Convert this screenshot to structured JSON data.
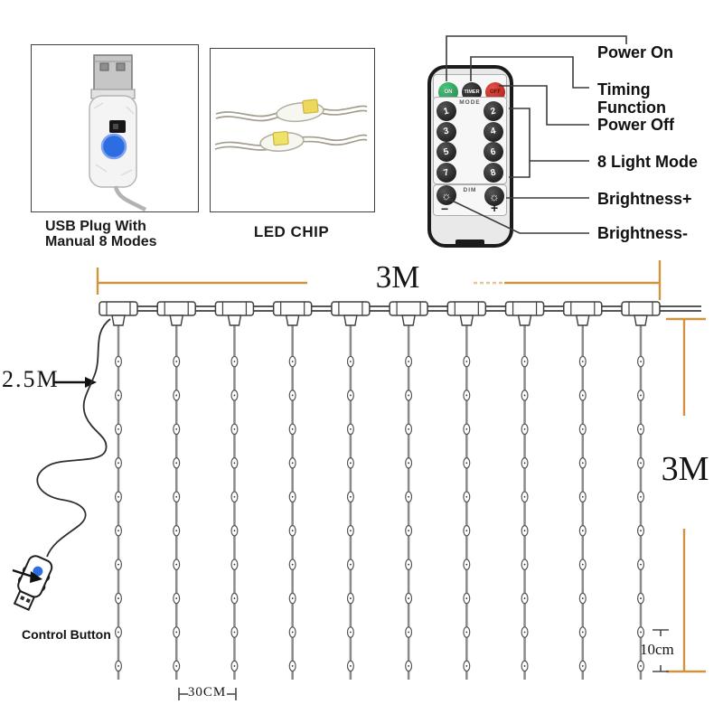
{
  "colors": {
    "dimension_orange": "#cf9440",
    "line_dark": "#3a3a3a",
    "control_button_blue": "#2d6de2",
    "remote_on_green": "#2aa35b",
    "remote_off_red": "#c2221b",
    "led_chip_yellow": "#ecd85c"
  },
  "panels": {
    "usb": {
      "caption_line1": "USB Plug With",
      "caption_line2": "Manual 8 Modes"
    },
    "led": {
      "caption": "LED CHIP"
    }
  },
  "remote": {
    "power_buttons": [
      {
        "label": "ON"
      },
      {
        "label": "TIMER"
      },
      {
        "label": "OFF"
      }
    ],
    "mode_section_label": "MODE",
    "mode_buttons": [
      "1",
      "2",
      "3",
      "4",
      "5",
      "6",
      "7",
      "8"
    ],
    "dim_section_label": "DIM",
    "dim_minus": "−",
    "dim_plus": "+",
    "brightness_icon": "sun-icon"
  },
  "callouts": [
    {
      "label": "Power On"
    },
    {
      "label": "Timing Function"
    },
    {
      "label": "Power Off"
    },
    {
      "label": "8 Light Mode"
    },
    {
      "label": "Brightness+"
    },
    {
      "label": "Brightness-"
    }
  ],
  "diagram": {
    "width_label": "3M",
    "height_label": "3M",
    "cable_label": "2.5M",
    "drop_spacing_label": "30CM",
    "led_spacing_label": "10cm",
    "control_label": "Control Button",
    "strand_count": 10,
    "leds_per_strand": 10
  }
}
